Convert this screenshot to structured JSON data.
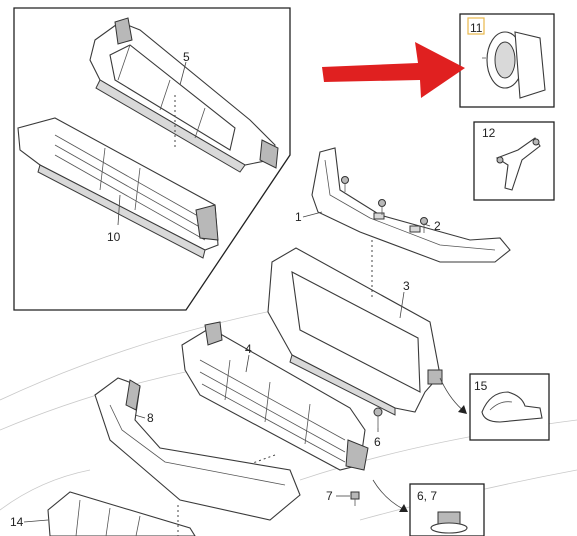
{
  "callouts": {
    "c1": "1",
    "c2": "2",
    "c3": "3",
    "c4": "4",
    "c5": "5",
    "c6": "6",
    "c7": "7",
    "c8": "8",
    "c10": "10",
    "c11": "11",
    "c12": "12",
    "c14": "14",
    "c15": "15",
    "c67": "6, 7"
  },
  "colors": {
    "arrow": "#e02020",
    "highlight": "#e8b84a"
  }
}
